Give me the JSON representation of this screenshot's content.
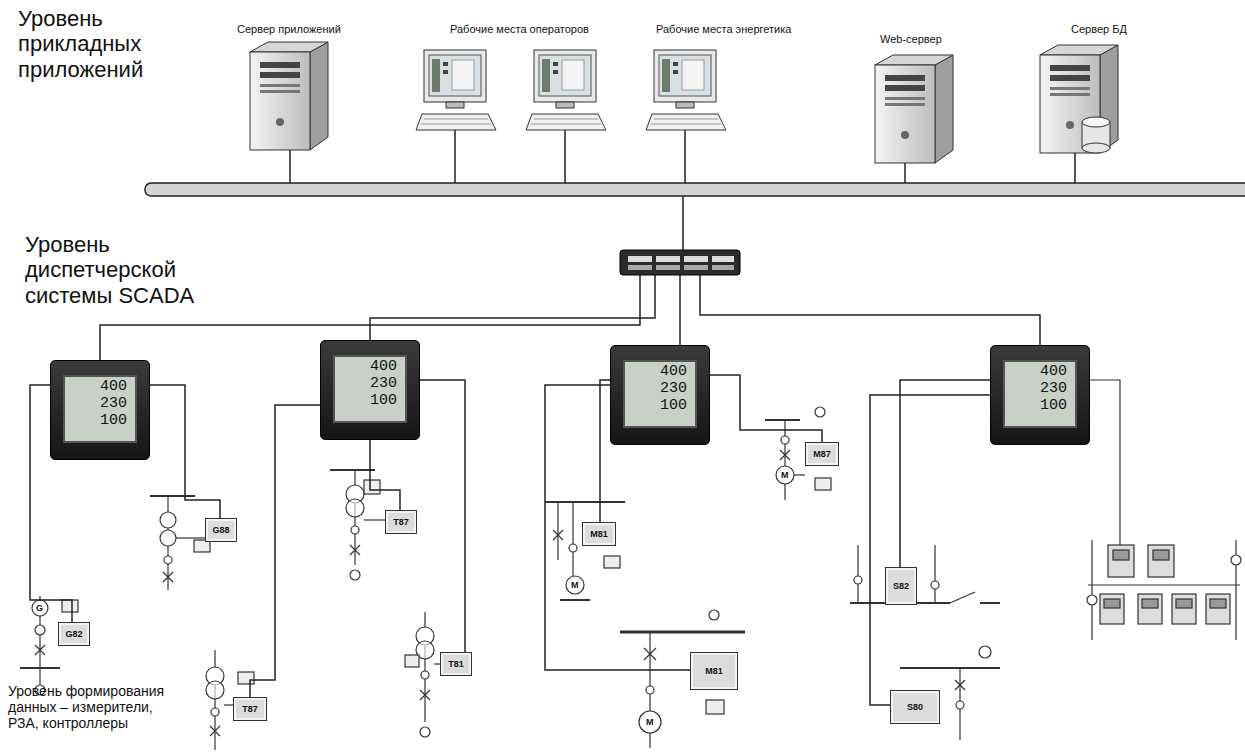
{
  "diagram": {
    "nodes": [
      {
        "text": [
          "Сервер приложений"
        ]
      },
      {
        "text": [
          "Рабочие места операторов"
        ]
      },
      {
        "text": [
          "Рабочие места энергетика"
        ]
      },
      {
        "text": [
          "Web-сервер"
        ]
      },
      {
        "text": [
          "Сервер БД"
        ]
      },
      {
        "text": [
          "400",
          "230",
          "100"
        ]
      },
      {
        "text": [
          "400",
          "230",
          "100"
        ]
      },
      {
        "text": [
          "400",
          "230",
          "100"
        ]
      },
      {
        "text": [
          "400",
          "230",
          "100"
        ]
      },
      {
        "text": [
          "G82"
        ]
      },
      {
        "text": [
          "G88"
        ]
      },
      {
        "text": [
          "T87"
        ]
      },
      {
        "text": [
          "T87"
        ]
      },
      {
        "text": [
          "T81"
        ]
      },
      {
        "text": [
          "M81"
        ]
      },
      {
        "text": [
          "M87"
        ]
      },
      {
        "text": [
          "M81"
        ]
      },
      {
        "text": [
          "S82"
        ]
      },
      {
        "text": [
          "S80"
        ]
      }
    ],
    "edges": [
      {
        "from": 5,
        "to": 9,
        "arrow": "none"
      },
      {
        "from": 5,
        "to": 10,
        "arrow": "none"
      },
      {
        "from": 6,
        "to": 11,
        "arrow": "none"
      },
      {
        "from": 6,
        "to": 12,
        "arrow": "none"
      },
      {
        "from": 6,
        "to": 13,
        "arrow": "none"
      },
      {
        "from": 7,
        "to": 14,
        "arrow": "none"
      },
      {
        "from": 7,
        "to": 16,
        "arrow": "none"
      },
      {
        "from": 7,
        "to": 15,
        "arrow": "none"
      },
      {
        "from": 8,
        "to": 17,
        "arrow": "none"
      },
      {
        "from": 8,
        "to": 18,
        "arrow": "none"
      }
    ],
    "labels": [
      "Уровень прикладных приложений",
      "Уровень диспетчерской системы SCADA",
      "Уровень формирования данных – измерители, РЗА, контроллеры",
      "G",
      "M",
      "M",
      "M"
    ]
  }
}
